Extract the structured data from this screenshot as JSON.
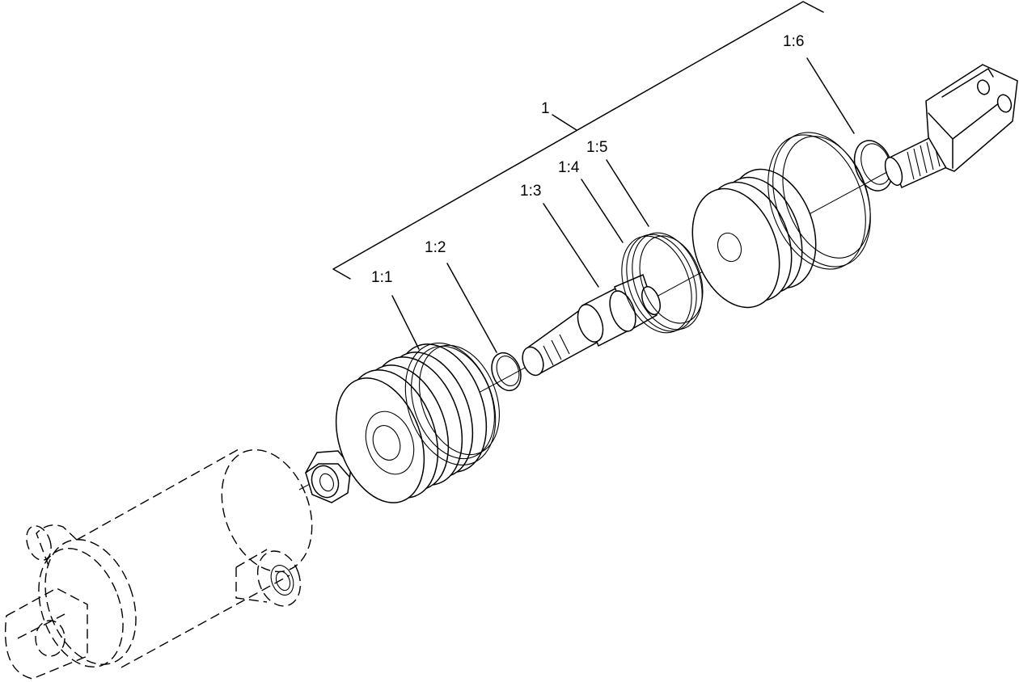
{
  "diagram": {
    "assembly_label": "1",
    "callouts": {
      "c1_1": "1:1",
      "c1_2": "1:2",
      "c1_3": "1:3",
      "c1_4": "1:4",
      "c1_5": "1:5",
      "c1_6": "1:6"
    }
  }
}
